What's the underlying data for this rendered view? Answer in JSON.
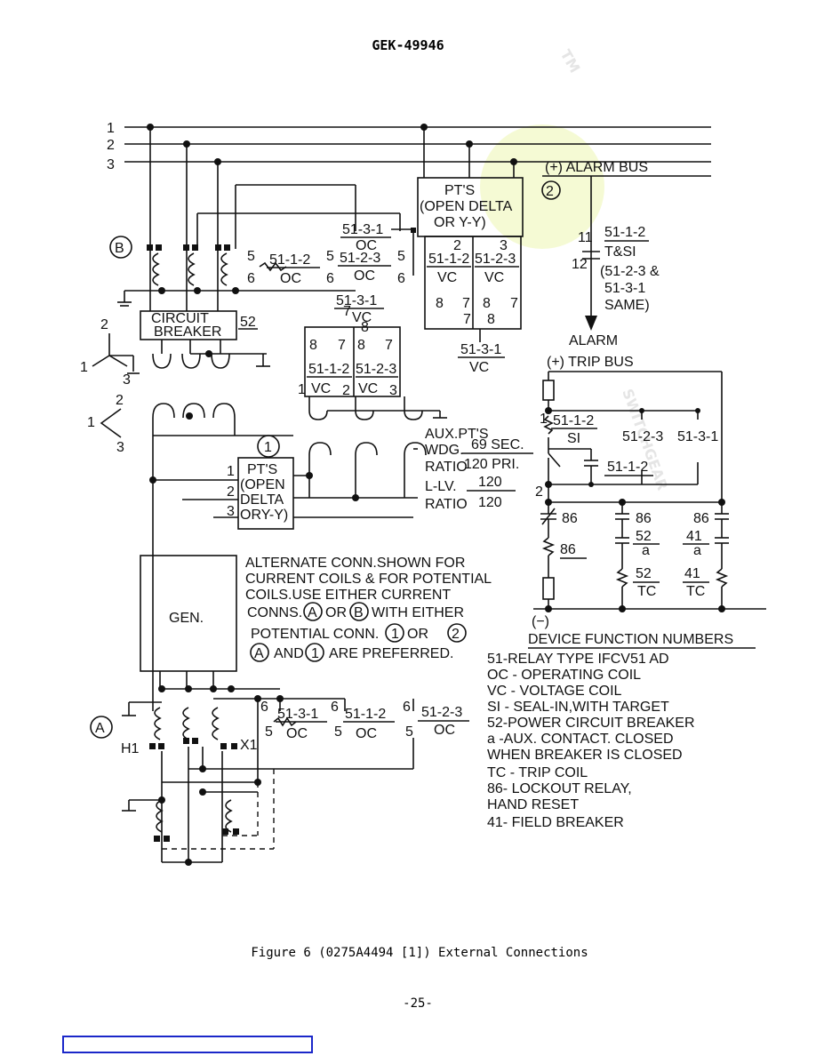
{
  "header": {
    "doc_number": "GEK-49946"
  },
  "watermark": {
    "text": "SWITCHGEAR",
    "tm": "TM"
  },
  "bus": {
    "line1": "1",
    "line2": "2",
    "line3": "3",
    "alarm_bus": "(+) ALARM BUS",
    "trip_bus": "(+) TRIP BUS",
    "neg_bus": "(−)"
  },
  "marks": {
    "A": "A",
    "B": "B",
    "one": "1",
    "two": "2",
    "H1": "H1",
    "X1": "X1"
  },
  "boxes": {
    "pt_open_delta_line1": "PT'S",
    "pt_open_delta_line2": "(OPEN DELTA",
    "pt_open_delta_line3": "OR Y-Y)",
    "circuit_breaker_line1": "CIRCUIT",
    "circuit_breaker_line2": "BREAKER",
    "breaker_number": "52",
    "pt2_line1": "PT'S",
    "pt2_line2": "(OPEN",
    "pt2_line3": "DELTA",
    "pt2_line4": "ORY-Y)",
    "gen": "GEN."
  },
  "relay_labels": {
    "oc_512": "51-1-2",
    "oc_512_sub": "OC",
    "oc_523": "51-2-3",
    "oc_523_sub": "OC",
    "oc_531": "51-3-1",
    "oc_531_sub": "OC",
    "vc_512": "51-1-2",
    "vc_512_sub": "VC",
    "vc_523": "51-2-3",
    "vc_523_sub": "VC",
    "vc_531": "51-3-1",
    "vc_531_sub": "VC",
    "vc2_531": "51-3-1",
    "vc2_531_sub": "VC",
    "vc2_512": "51-1-2",
    "vc2_512_sub": "VC",
    "vc2_523": "51-2-3",
    "vc2_523_sub": "VC",
    "tsi": "51-1-2",
    "tsi_sub": "T&SI",
    "tsi_note1": "(51-2-3 &",
    "tsi_note2": "51-3-1",
    "tsi_note3": "SAME)",
    "alarm": "ALARM",
    "si": "51-1-2",
    "si_sub": "SI",
    "si_523": "51-2-3",
    "si_531": "51-3-1",
    "si_512b": "51-1-2",
    "lor_86a": "86",
    "lor_86b": "86",
    "lor_86c": "86",
    "lor_86d": "86",
    "aux_52": "52",
    "aux_52_sub": "a",
    "aux_41": "41",
    "aux_41_sub": "a",
    "tc_52": "52",
    "tc_52_sub": "TC",
    "tc_41": "41",
    "tc_41_sub": "TC",
    "ct_531": "51-3-1",
    "ct_531_sub": "OC",
    "ct_512": "51-1-2",
    "ct_512_sub": "OC",
    "ct_523": "51-2-3",
    "ct_523_sub": "OC"
  },
  "terminals": {
    "t5": "5",
    "t6": "6",
    "t2": "2",
    "t3": "3",
    "t7": "7",
    "t8": "8",
    "t1": "1",
    "t11": "11",
    "t12": "12"
  },
  "aux_pt": {
    "line1": "AUX.PT'S",
    "line2": "WDG.",
    "line3": "RATIO",
    "frac1_num": "69 SEC.",
    "frac1_den": "120 PRI.",
    "line4": "L-LV.",
    "line5": "RATIO",
    "frac2_num": "120",
    "frac2_den": "120"
  },
  "notes": {
    "line1": "ALTERNATE CONN.SHOWN FOR",
    "line2": "CURRENT COILS & FOR POTENTIAL",
    "line3": "COILS.USE EITHER CURRENT",
    "line4a": "CONNS.",
    "line4b": "OR",
    "line4c": "WITH EITHER",
    "line5a": "POTENTIAL CONN.",
    "line5b": "OR",
    "line6a": "AND",
    "line6b": "ARE PREFERRED."
  },
  "legend": {
    "title": "DEVICE FUNCTION NUMBERS",
    "items": [
      "51-RELAY TYPE IFCV51 AD",
      "OC -   OPERATING COIL",
      "VC -   VOLTAGE   COIL",
      "SI -    SEAL-IN,WITH TARGET",
      "52-POWER CIRCUIT BREAKER",
      "  a -AUX. CONTACT. CLOSED",
      "     WHEN BREAKER IS CLOSED",
      "TC -   TRIP COIL",
      "86-     LOCKOUT RELAY,",
      "     HAND RESET",
      "41- FIELD BREAKER"
    ]
  },
  "caption": "Figure 6 (0275A4494 [1]) External Connections",
  "page_number": "-25-"
}
